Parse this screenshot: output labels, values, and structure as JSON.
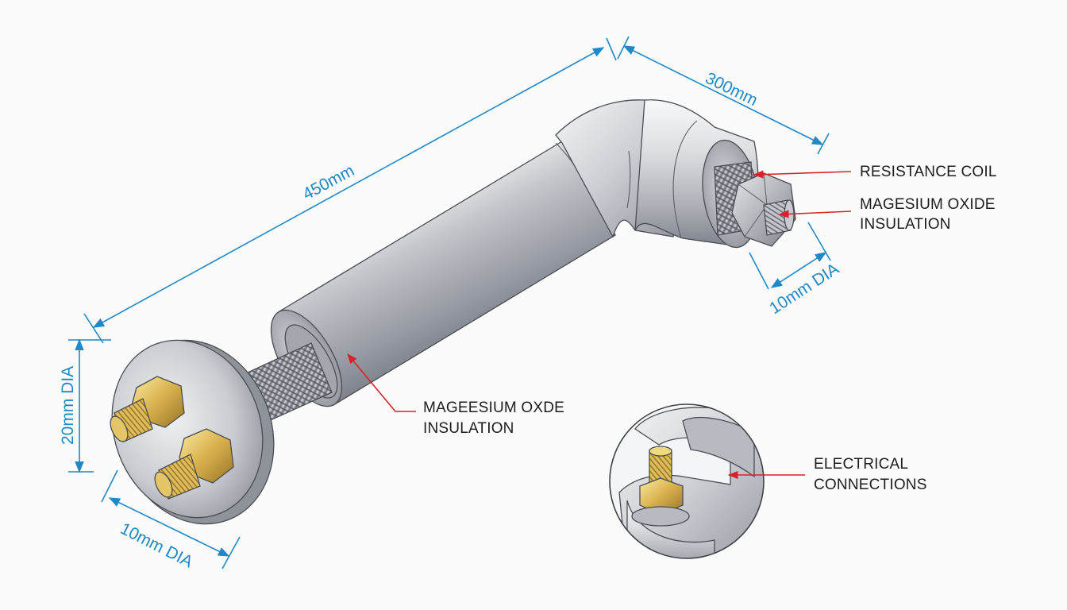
{
  "colors": {
    "dimension": "#1e88c8",
    "leader": "#d8222b",
    "label_text": "#1d1d1d",
    "steel_light": "#f1f2f4",
    "steel_mid": "#b9bcc2",
    "steel_dark": "#7d8189",
    "brass_light": "#f6df8a",
    "brass_dark": "#a8802a",
    "background": "#fbfbfb"
  },
  "dimensions": {
    "long_length": "450mm",
    "short_length": "300mm",
    "flange_height": "20mm DIA",
    "flange_diameter": "10mm DIA",
    "terminal_diameter": "10mm DIA"
  },
  "callouts": {
    "resistance_coil": "RESISTANCE COIL",
    "insulation_right_line1": "MAGESIUM OXIDE",
    "insulation_right_line2": "INSULATION",
    "insulation_center_line1": "MAGEESIUM OXDE",
    "insulation_center_line2": "INSULATION",
    "electrical_line1": "ELECTRICAL",
    "electrical_line2": "CONNECTIONS"
  },
  "icons": {
    "hex_nut": "hex-nut-icon",
    "threaded_stud": "threaded-stud-icon",
    "arrowhead": "arrowhead-icon"
  }
}
